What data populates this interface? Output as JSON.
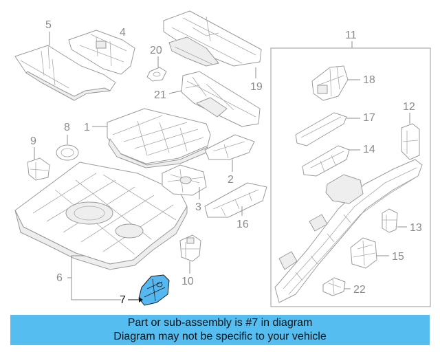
{
  "callouts": {
    "c1": "1",
    "c2": "2",
    "c3": "3",
    "c5": "5",
    "c4": "4",
    "c6": "6",
    "c7": "7",
    "c8": "8",
    "c9": "9",
    "c10": "10",
    "c11": "11",
    "c12": "12",
    "c13": "13",
    "c14": "14",
    "c15": "15",
    "c16": "16",
    "c17": "17",
    "c18": "18",
    "c19": "19",
    "c20": "20",
    "c21": "21",
    "c22": "22"
  },
  "highlighted_part": "7",
  "highlight_color": "#56bdf0",
  "banner": {
    "line1": "Part or sub-assembly is #7 in diagram",
    "line2": "Diagram may not be specific to your vehicle"
  }
}
